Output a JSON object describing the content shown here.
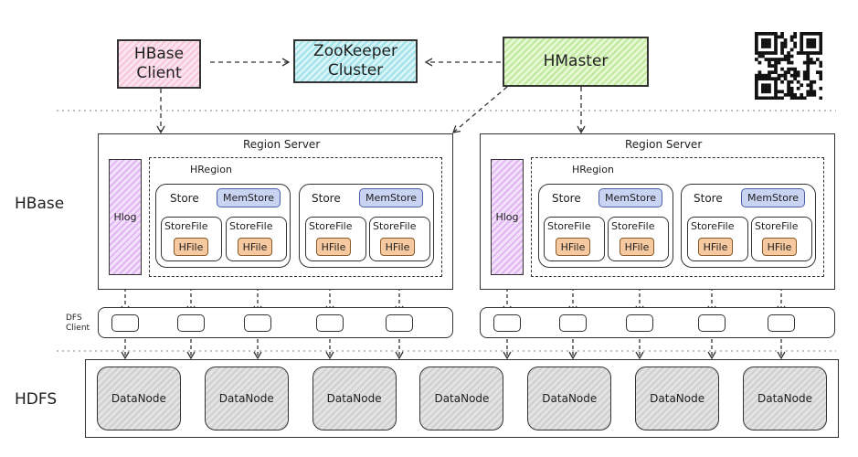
{
  "top": {
    "hbase_client": "HBase\nClient",
    "zookeeper": "ZooKeeper\nCluster",
    "hmaster": "HMaster"
  },
  "layers": {
    "hbase": "HBase",
    "hdfs": "HDFS",
    "dfs_client": "DFS\nClient"
  },
  "region_servers": [
    {
      "title": "Region Server",
      "hlog": "Hlog",
      "hregion": "HRegion",
      "stores": [
        {
          "label": "Store",
          "memstore": "MemStore",
          "storefiles": [
            {
              "label": "StoreFile",
              "hfile": "HFile"
            },
            {
              "label": "StoreFile",
              "hfile": "HFile"
            }
          ]
        },
        {
          "label": "Store",
          "memstore": "MemStore",
          "storefiles": [
            {
              "label": "StoreFile",
              "hfile": "HFile"
            },
            {
              "label": "StoreFile",
              "hfile": "HFile"
            }
          ]
        }
      ]
    },
    {
      "title": "Region Server",
      "hlog": "Hlog",
      "hregion": "HRegion",
      "stores": [
        {
          "label": "Store",
          "memstore": "MemStore",
          "storefiles": [
            {
              "label": "StoreFile",
              "hfile": "HFile"
            },
            {
              "label": "StoreFile",
              "hfile": "HFile"
            }
          ]
        },
        {
          "label": "Store",
          "memstore": "MemStore",
          "storefiles": [
            {
              "label": "StoreFile",
              "hfile": "HFile"
            },
            {
              "label": "StoreFile",
              "hfile": "HFile"
            }
          ]
        }
      ]
    }
  ],
  "datanodes": [
    "DataNode",
    "DataNode",
    "DataNode",
    "DataNode",
    "DataNode",
    "DataNode",
    "DataNode"
  ],
  "colors": {
    "client": "#f6c7d8",
    "zookeeper": "#9fe3ea",
    "hmaster": "#bfe99a",
    "hlog": "#e1b6f0",
    "memstore": "#c9d3f2",
    "hfile": "#f6c9a0",
    "datanode": "#cfcfcf",
    "stroke": "#333333"
  }
}
